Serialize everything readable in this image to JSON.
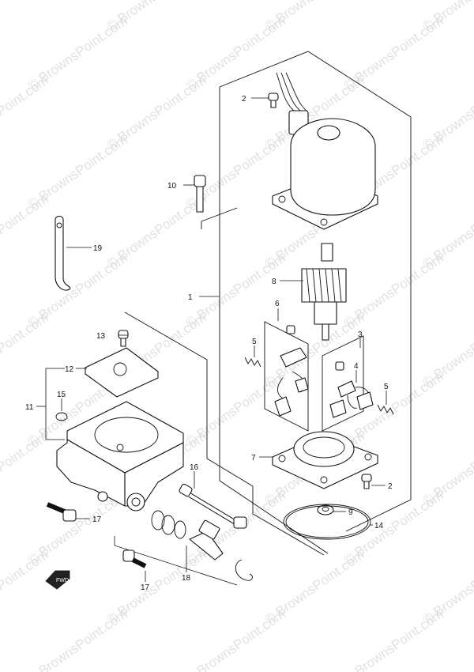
{
  "watermark": {
    "text": "© BrownsPoint.com"
  },
  "fwd_label": "FWD",
  "callouts": [
    {
      "id": "c1",
      "label": "1"
    },
    {
      "id": "c2a",
      "label": "2"
    },
    {
      "id": "c2b",
      "label": "2"
    },
    {
      "id": "c3",
      "label": "3"
    },
    {
      "id": "c4",
      "label": "4"
    },
    {
      "id": "c5a",
      "label": "5"
    },
    {
      "id": "c5b",
      "label": "5"
    },
    {
      "id": "c6",
      "label": "6"
    },
    {
      "id": "c7",
      "label": "7"
    },
    {
      "id": "c8",
      "label": "8"
    },
    {
      "id": "c9",
      "label": "9"
    },
    {
      "id": "c10",
      "label": "10"
    },
    {
      "id": "c11",
      "label": "11"
    },
    {
      "id": "c12",
      "label": "12"
    },
    {
      "id": "c13",
      "label": "13"
    },
    {
      "id": "c14",
      "label": "14"
    },
    {
      "id": "c15",
      "label": "15"
    },
    {
      "id": "c16",
      "label": "16"
    },
    {
      "id": "c17a",
      "label": "17"
    },
    {
      "id": "c17b",
      "label": "17"
    },
    {
      "id": "c18",
      "label": "18"
    },
    {
      "id": "c19",
      "label": "19"
    }
  ]
}
